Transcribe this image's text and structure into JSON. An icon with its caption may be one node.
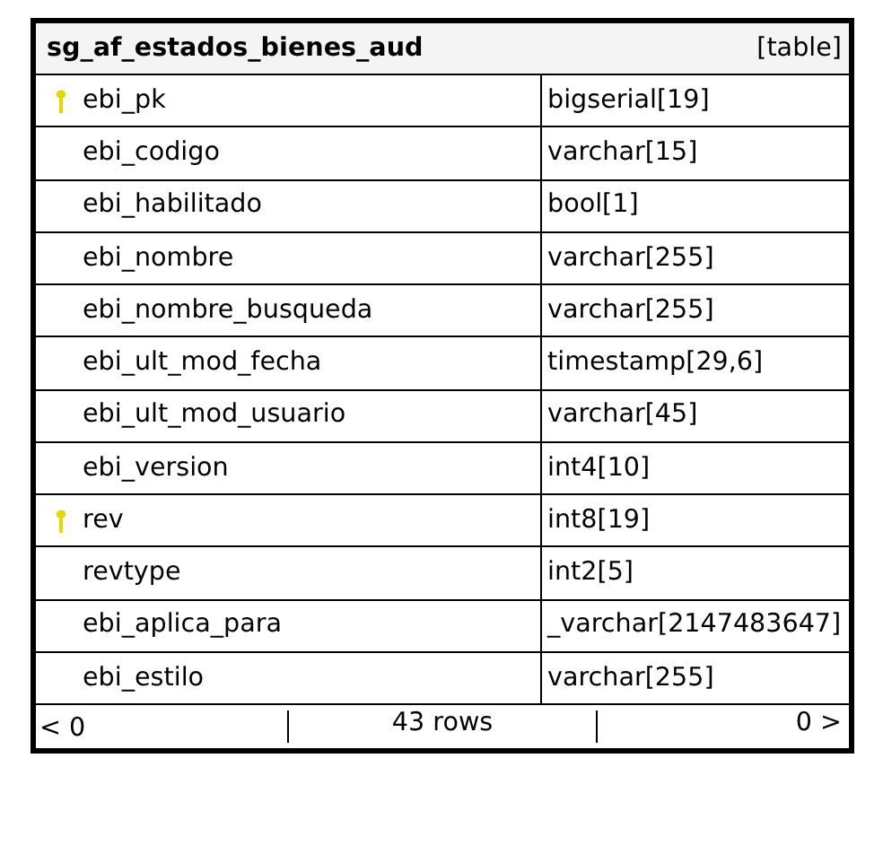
{
  "diagram": {
    "nodes": [
      {
        "text": [
          "sg_af_estados_bienes_aud",
          "[table]"
        ]
      }
    ],
    "labels": [
      "ebi_pk",
      "bigserial[19]",
      "ebi_codigo",
      "varchar[15]",
      "ebi_habilitado",
      "bool[1]",
      "ebi_nombre",
      "varchar[255]",
      "ebi_nombre_busqueda",
      "varchar[255]",
      "ebi_ult_mod_fecha",
      "timestamp[29,6]",
      "ebi_ult_mod_usuario",
      "varchar[45]",
      "ebi_version",
      "int4[10]",
      "rev",
      "int8[19]",
      "revtype",
      "int2[5]",
      "ebi_aplica_para",
      "_varchar[2147483647]",
      "ebi_estilo",
      "varchar[255]",
      "< 0",
      "43 rows",
      "0 >"
    ]
  }
}
